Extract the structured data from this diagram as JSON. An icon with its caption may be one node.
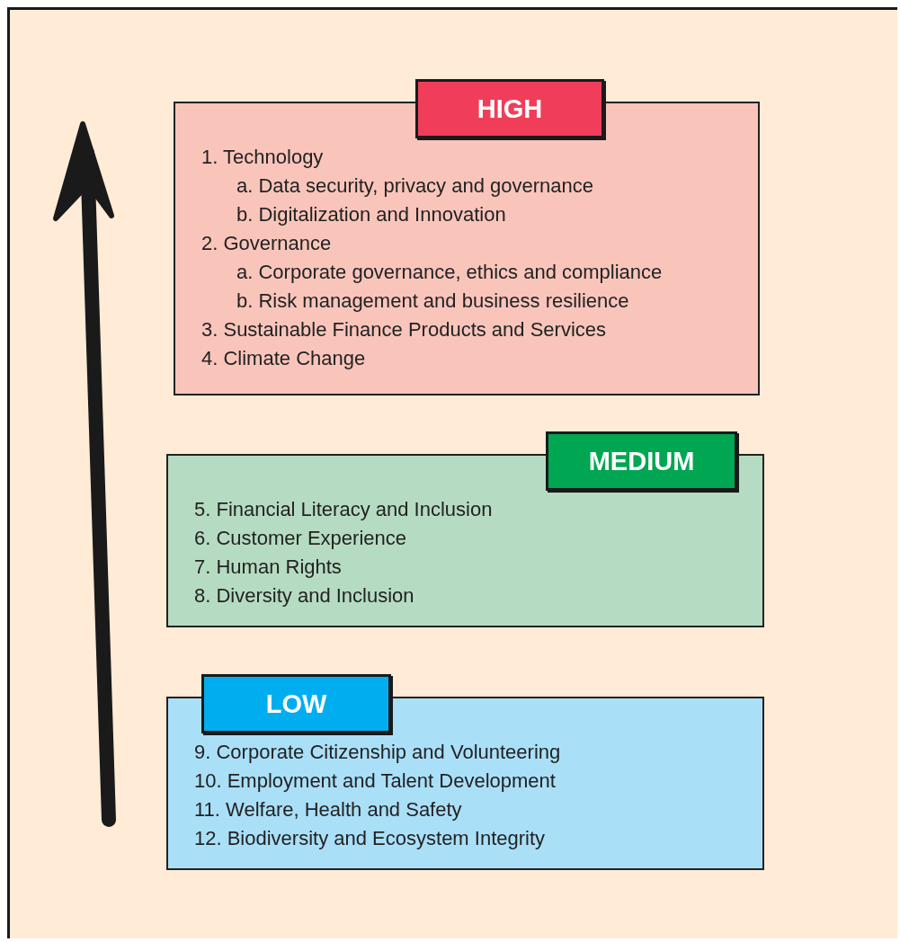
{
  "diagram": {
    "nodes": [
      {
        "text": [
          "HIGH",
          "1. Technology",
          "a. Data security, privacy and governance",
          "b. Digitalization and Innovation",
          "2. Governance",
          "a. Corporate governance, ethics and compliance",
          "b. Risk management and business resilience",
          "3. Sustainable Finance Products and Services",
          "4. Climate Change"
        ]
      },
      {
        "text": [
          "MEDIUM",
          "5. Financial Literacy and Inclusion",
          "6. Customer Experience",
          "7. Human Rights",
          "8. Diversity and Inclusion"
        ]
      },
      {
        "text": [
          "LOW",
          "9. Corporate Citizenship and Volunteering",
          "10. Employment and Talent Development",
          "11. Welfare, Health and Safety",
          "12. Biodiversity and Ecosystem Integrity"
        ]
      }
    ]
  }
}
